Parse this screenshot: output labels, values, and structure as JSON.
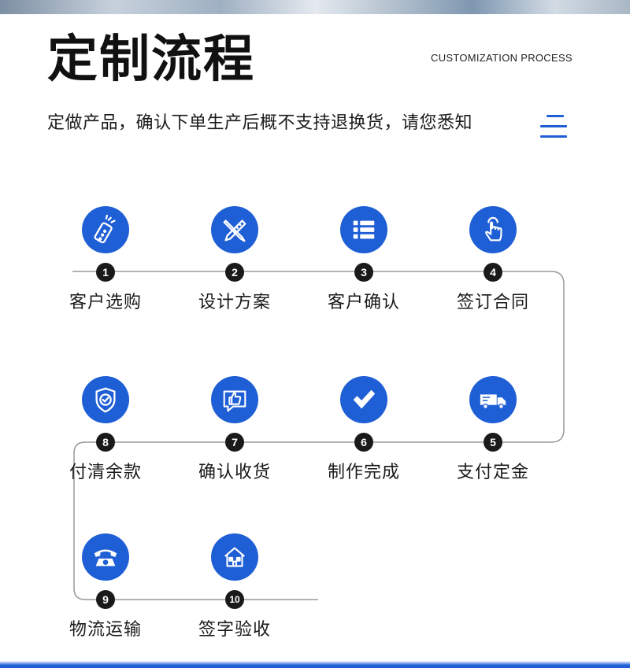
{
  "header": {
    "title": "定制流程",
    "subtitle_en": "CUSTOMIZATION PROCESS",
    "notice": "定做产品，确认下单生产后概不支持退换货，请您悉知"
  },
  "colors": {
    "accent": "#1f5fd6",
    "number_badge": "#1a1a1a",
    "line": "#9a9a9a"
  },
  "steps": [
    {
      "num": "1",
      "label": "客户选购",
      "icon": "mobile-phone-icon"
    },
    {
      "num": "2",
      "label": "设计方案",
      "icon": "pencil-ruler-icon"
    },
    {
      "num": "3",
      "label": "客户确认",
      "icon": "list-icon"
    },
    {
      "num": "4",
      "label": "签订合同",
      "icon": "hand-pointer-icon"
    },
    {
      "num": "5",
      "label": "支付定金",
      "icon": "delivery-truck-icon"
    },
    {
      "num": "6",
      "label": "制作完成",
      "icon": "checkmark-icon"
    },
    {
      "num": "7",
      "label": "确认收货",
      "icon": "thumbs-up-icon"
    },
    {
      "num": "8",
      "label": "付清余款",
      "icon": "shield-check-icon"
    },
    {
      "num": "9",
      "label": "物流运输",
      "icon": "telephone-icon"
    },
    {
      "num": "10",
      "label": "签字验收",
      "icon": "house-icon"
    }
  ]
}
